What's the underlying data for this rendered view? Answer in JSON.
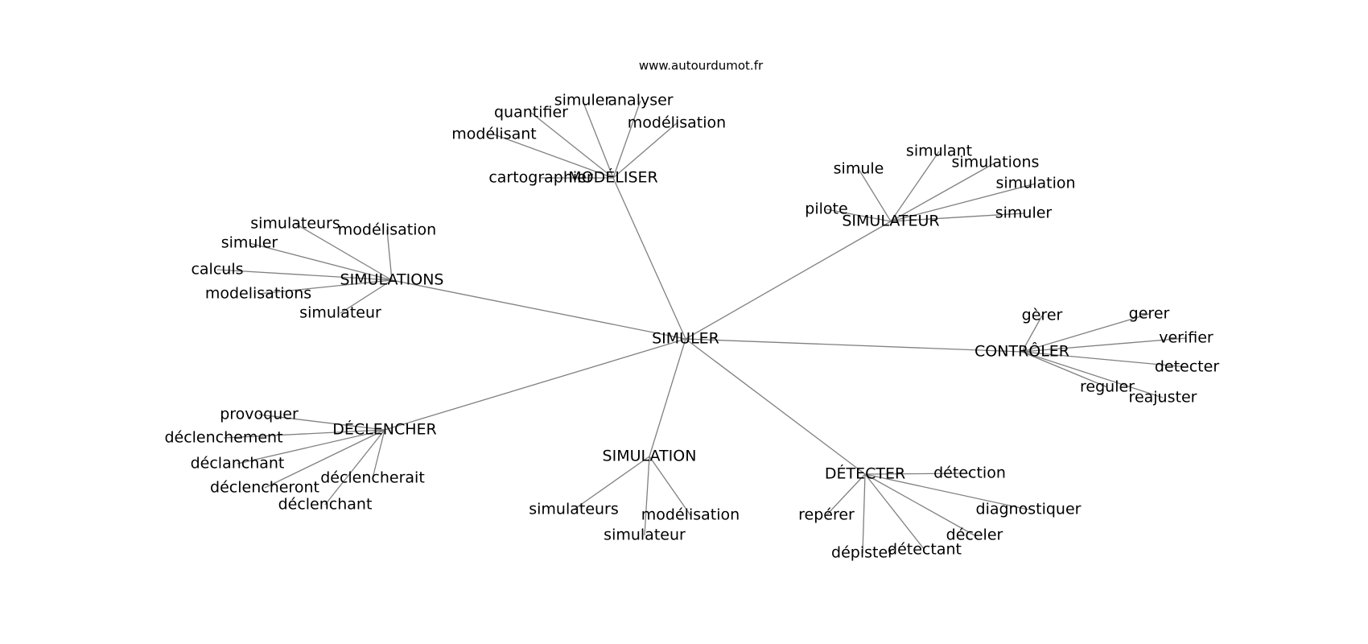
{
  "source": "www.autourdumot.fr",
  "center": "SIMULER",
  "branches": [
    {
      "hub": "MODÉLISER",
      "leaves": [
        "simuler",
        "analyser",
        "quantifier",
        "modélisation",
        "modélisant",
        "cartographier"
      ]
    },
    {
      "hub": "SIMULATEUR",
      "leaves": [
        "simulant",
        "simule",
        "simulations",
        "simulation",
        "pilote",
        "simuler"
      ]
    },
    {
      "hub": "SIMULATIONS",
      "leaves": [
        "simulateurs",
        "modélisation",
        "simuler",
        "calculs",
        "modelisations",
        "simulateur"
      ]
    },
    {
      "hub": "CONTRÔLER",
      "leaves": [
        "gèrer",
        "gerer",
        "verifier",
        "detecter",
        "reguler",
        "reajuster"
      ]
    },
    {
      "hub": "DÉCLENCHER",
      "leaves": [
        "provoquer",
        "déclenchement",
        "déclanchant",
        "déclencherait",
        "déclencheront",
        "déclenchant"
      ]
    },
    {
      "hub": "SIMULATION",
      "leaves": [
        "simulateurs",
        "modélisation",
        "simulateur"
      ]
    },
    {
      "hub": "DÉTECTER",
      "leaves": [
        "détection",
        "repérer",
        "diagnostiquer",
        "déceler",
        "dépister",
        "détectant"
      ]
    }
  ]
}
